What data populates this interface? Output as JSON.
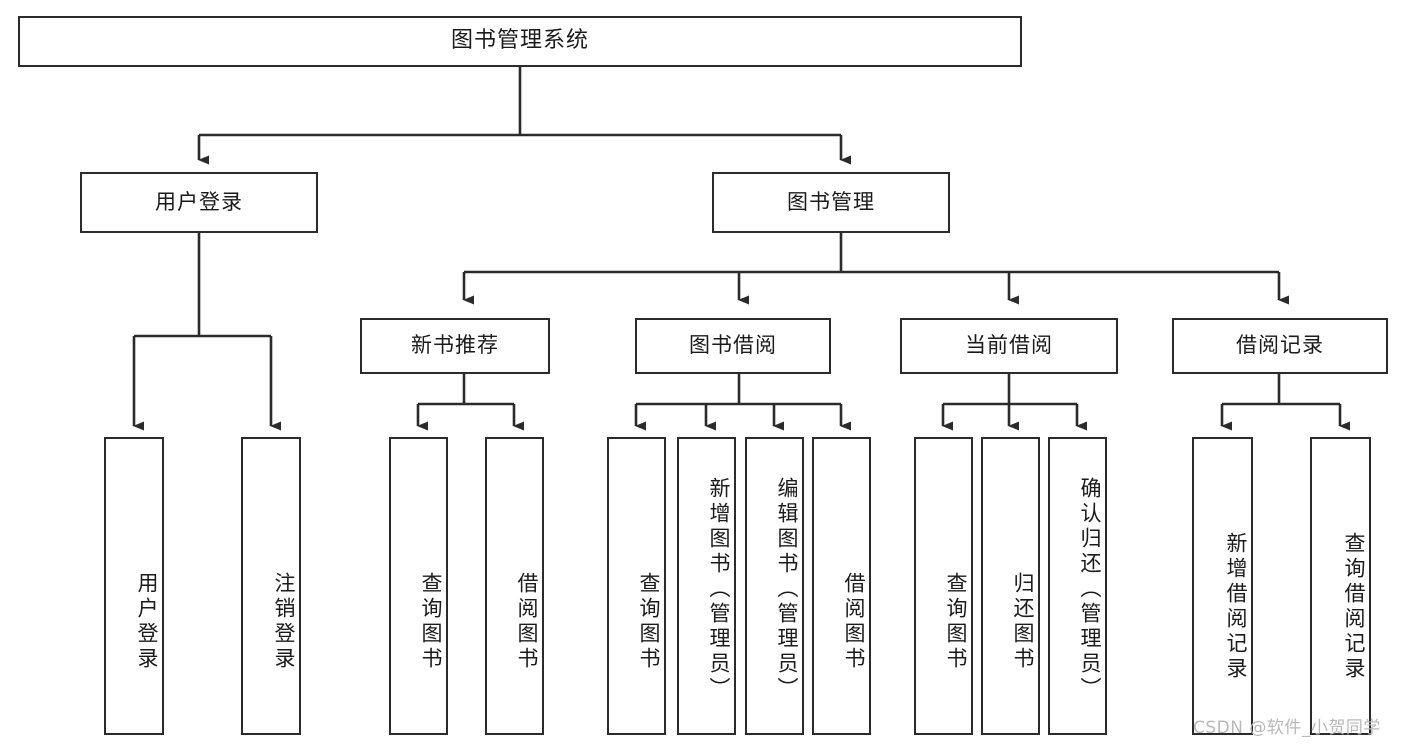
{
  "diagram": {
    "title": "图书管理系统",
    "type": "tree-hierarchy",
    "watermark": "CSDN @软件_小贺同学",
    "colors": {
      "stroke": "#2b2b2b",
      "fill": "#ffffff",
      "text": "#1b1b1b",
      "watermark": "#b9b9b9"
    },
    "levels": {
      "root": {
        "label": "图书管理系统"
      },
      "level2": [
        {
          "label": "用户登录"
        },
        {
          "label": "图书管理"
        }
      ],
      "level3": [
        {
          "label": "新书推荐"
        },
        {
          "label": "图书借阅"
        },
        {
          "label": "当前借阅"
        },
        {
          "label": "借阅记录"
        }
      ]
    },
    "nodes": {
      "root": "图书管理系统",
      "user_login": "用户登录",
      "book_manage": "图书管理",
      "new_book_rec": "新书推荐",
      "book_borrow": "图书借阅",
      "current_borrow": "当前借阅",
      "borrow_record": "借阅记录",
      "leaf_user_login": "用户登录",
      "leaf_logout": "注销登录",
      "leaf_query_book_1": "查询图书",
      "leaf_borrow_book_1": "借阅图书",
      "leaf_query_book_2": "查询图书",
      "leaf_add_book_admin": "新增图书（管理员）",
      "leaf_edit_book_admin": "编辑图书（管理员）",
      "leaf_borrow_book_2": "借阅图书",
      "leaf_query_book_3": "查询图书",
      "leaf_return_book": "归还图书",
      "leaf_confirm_return_admin": "确认归还（管理员）",
      "leaf_add_record": "新增借阅记录",
      "leaf_query_record": "查询借阅记录"
    }
  }
}
